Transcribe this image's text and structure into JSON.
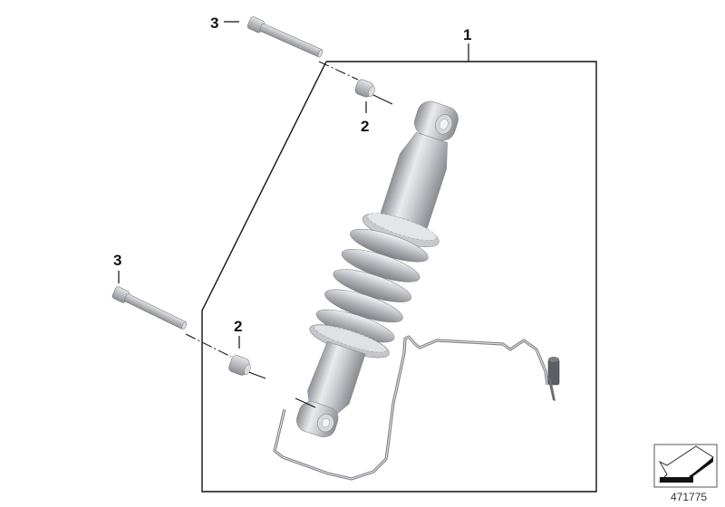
{
  "diagram": {
    "title": "Shock absorber exploded parts diagram",
    "callouts": [
      {
        "id": "callout-1",
        "label": "1",
        "part": "spring strut assembly"
      },
      {
        "id": "callout-2-upper",
        "label": "2",
        "part": "spacer bushing (upper)"
      },
      {
        "id": "callout-2-lower",
        "label": "2",
        "part": "spacer bushing (lower)"
      },
      {
        "id": "callout-3-upper",
        "label": "3",
        "part": "socket head bolt (upper)"
      },
      {
        "id": "callout-3-lower",
        "label": "3",
        "part": "socket head bolt (lower)"
      }
    ],
    "diagram_number": "471775",
    "icons": {
      "nav": "arrow-down-left-icon"
    },
    "colors": {
      "line": "#111111",
      "metal_light": "#e6e7ea",
      "metal_mid": "#b9bbc0",
      "metal_dark": "#85878d",
      "cable": "#8a8c92"
    }
  }
}
